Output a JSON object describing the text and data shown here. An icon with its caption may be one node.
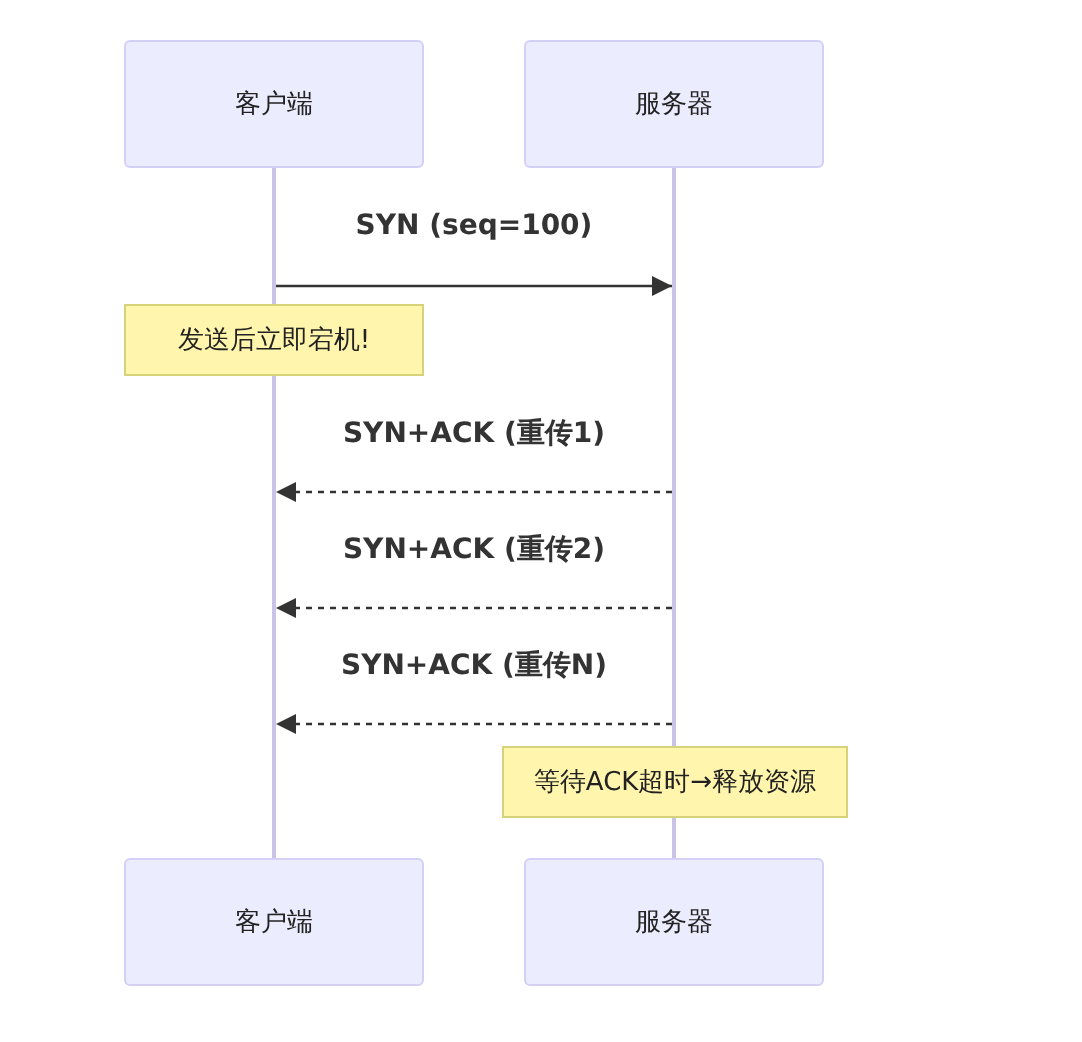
{
  "diagram": {
    "nodes": [
      {
        "text": [
          "客户端"
        ]
      },
      {
        "text": [
          "服务器"
        ]
      },
      {
        "text": [
          "客户端"
        ]
      },
      {
        "text": [
          "服务器"
        ]
      },
      {
        "text": [
          "发送后立即宕机!"
        ]
      },
      {
        "text": [
          "等待ACK超时→释放资源"
        ]
      },
      {
        "text": [],
        "shape": "bar"
      },
      {
        "text": [],
        "shape": "bar"
      },
      {
        "text": [],
        "shape": "bar"
      },
      {
        "text": [],
        "shape": "bar"
      }
    ],
    "edges": [
      {
        "from": 6,
        "to": 8,
        "arrow": "to",
        "label": "SYN (seq=100)"
      },
      {
        "from": 8,
        "to": 7,
        "arrow": "to",
        "label": "SYN+ACK (重传1)",
        "style": "dashed"
      },
      {
        "from": 8,
        "to": 7,
        "arrow": "to",
        "label": "SYN+ACK (重传2)",
        "style": "dashed"
      },
      {
        "from": 8,
        "to": 7,
        "arrow": "to",
        "label": "SYN+ACK (重传N)",
        "style": "dashed"
      }
    ]
  }
}
